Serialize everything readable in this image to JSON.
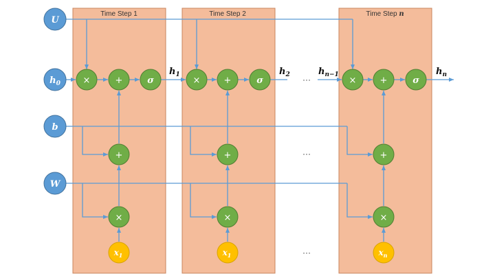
{
  "steps": [
    {
      "title": "Time Step 1",
      "input": "x",
      "input_sub": "1"
    },
    {
      "title": "Time Step 2",
      "input": "x",
      "input_sub": "1"
    },
    {
      "title_prefix": "Time Step ",
      "title_var": "n",
      "input": "x",
      "input_sub": "n"
    }
  ],
  "inputs": {
    "u": "U",
    "h0": "h",
    "h0_sub": "0",
    "b": "b",
    "w": "W"
  },
  "ops": {
    "mul": "×",
    "add": "+",
    "sigma": "σ"
  },
  "hidden": [
    {
      "base": "h",
      "sub": "1"
    },
    {
      "base": "h",
      "sub": "2"
    },
    {
      "base": "h",
      "sub": "n−1"
    },
    {
      "base": "h",
      "sub": "n"
    }
  ],
  "ellipsis": "···",
  "colors": {
    "step_fill": "#f4bc9b",
    "wire": "#5b9bd5",
    "op": "#70ad47",
    "input": "#5b9bd5",
    "x_input": "#ffc000"
  }
}
